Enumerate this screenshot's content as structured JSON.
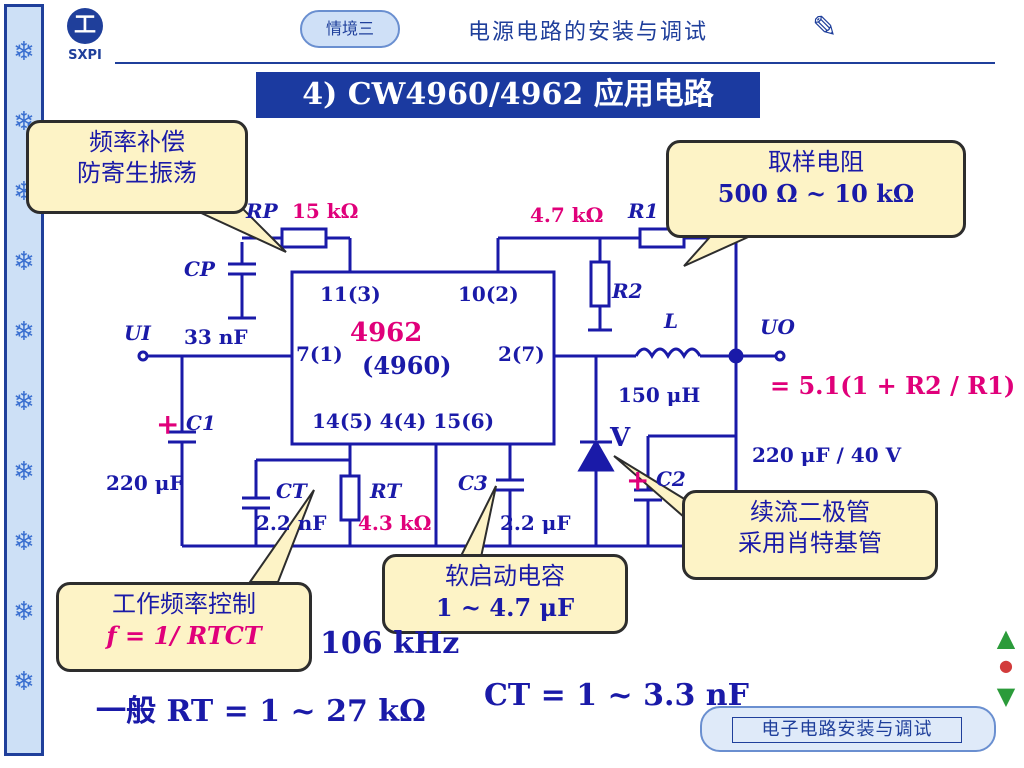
{
  "header": {
    "logo_text": "SXPI",
    "scenario_badge": "情境三",
    "course_title": "电源电路的安装与调试"
  },
  "section_title": "4)  CW4960/4962 应用电路",
  "callouts": {
    "freq_comp": {
      "line1": "频率补偿",
      "line2": "防寄生振荡"
    },
    "sampling_resistor": {
      "line1": "取样电阻",
      "line2": "500 Ω ~ 10 kΩ"
    },
    "freewheel_diode": {
      "line1": "续流二极管",
      "line2": "采用肖特基管"
    },
    "soft_start": {
      "line1": "软启动电容",
      "line2": "1 ~ 4.7 μF"
    },
    "freq_control": {
      "line1": "工作频率控制",
      "line2": "f  = 1/ RTCT"
    }
  },
  "circuit": {
    "ic_label": "4962",
    "ic_label_alt": "(4960)",
    "pin_top_left": "11(3)",
    "pin_top_right": "10(2)",
    "pin_left": "7(1)",
    "pin_right": "2(7)",
    "pin_bottom": "14(5) 4(4) 15(6)",
    "input_label": "UI",
    "output_label": "UO",
    "rp_name": "RP",
    "rp_value": "15 kΩ",
    "cp_name": "CP",
    "cp_value": "33 nF",
    "c1_name": "C1",
    "c1_value": "220 μF",
    "ct_name": "CT",
    "ct_value": "2.2 nF",
    "rt_name": "RT",
    "rt_value": "4.3 kΩ",
    "c3_name": "C3",
    "c3_value": "2.2 μF",
    "r1_name": "R1",
    "r1_value": "4.7 kΩ",
    "r2_name": "R2",
    "l_name": "L",
    "l_value": "150 μH",
    "diode_name": "V",
    "c2_name": "C2",
    "c2_value": "220 μF / 40 V",
    "output_formula": "= 5.1(1 + R2 / R1)"
  },
  "bottom_notes": {
    "frequency": "106 kHz",
    "rt_range": "一般 RT = 1 ~ 27 kΩ",
    "ct_range": "CT = 1 ~ 3.3 nF"
  },
  "footer_badge": "电子电路安装与调试",
  "colors": {
    "wire": "#1a1aa8",
    "value_red": "#e0007a",
    "callout_fill": "#fdf3c6",
    "title_bar": "#1b3aa0"
  },
  "icons": [
    "snowflake-icon",
    "pencil-icon",
    "nav-up-icon",
    "nav-down-icon",
    "nav-dot-icon"
  ]
}
